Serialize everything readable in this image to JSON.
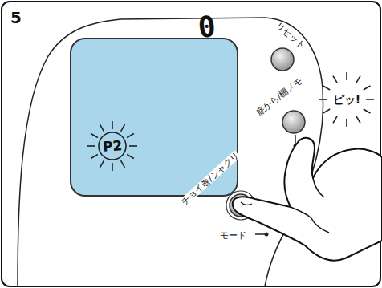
{
  "diagram": {
    "labels": [
      "5",
      "0",
      "P2",
      "リセット",
      "ピッ!",
      "底から/棚メモ",
      "チョイ巻/シャクリ",
      "モード"
    ]
  }
}
